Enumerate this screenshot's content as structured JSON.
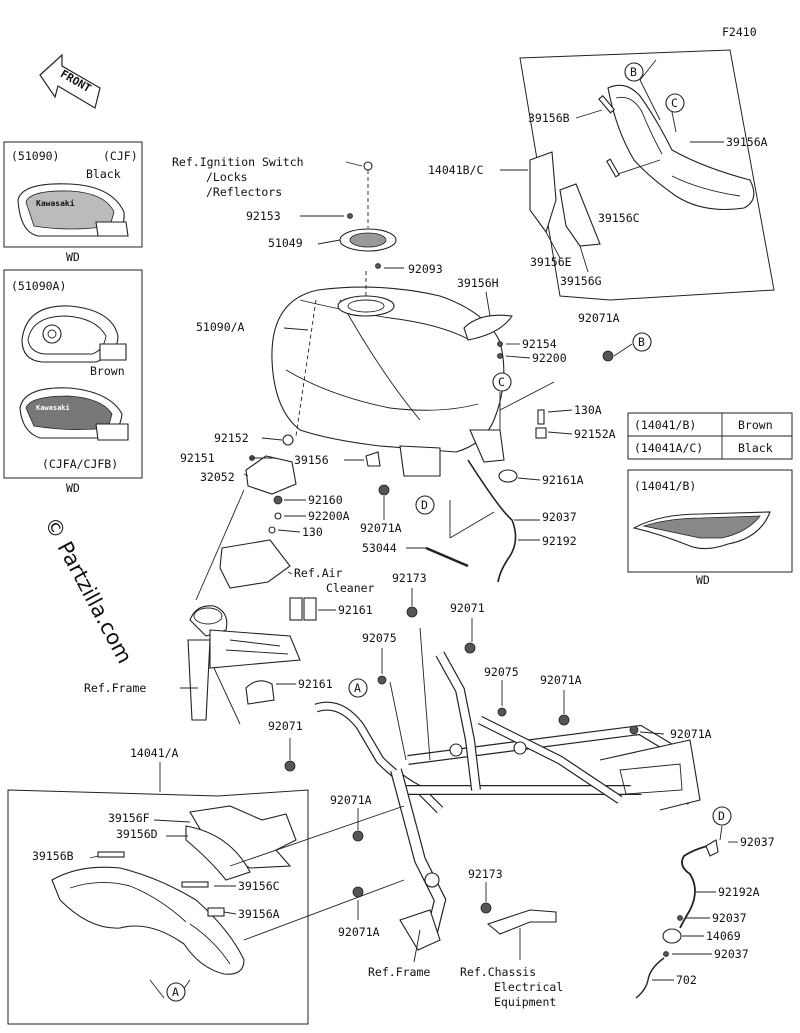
{
  "figure_code": "F2410",
  "front_label": "FRONT",
  "watermark": "© Partzilla.com",
  "insets": {
    "black": {
      "code": "(51090)",
      "variant": "(CJF)",
      "color": "Black",
      "brand": "Kawasaki",
      "note": "WD"
    },
    "brown": {
      "code": "(51090A)",
      "color": "Brown",
      "variant": "(CJFA/CJFB)",
      "note": "WD"
    },
    "cover": {
      "code": "(14041/B)",
      "note": "WD"
    }
  },
  "color_table": [
    {
      "part": "(14041/B)",
      "color": "Brown"
    },
    {
      "part": "(14041A/C)",
      "color": "Black"
    }
  ],
  "callouts": {
    "A": "A",
    "B": "B",
    "C": "C",
    "D": "D"
  },
  "refs": {
    "ignition_1": "Ref.Ignition Switch",
    "ignition_2": "/Locks",
    "ignition_3": "/Reflectors",
    "air_1": "Ref.Air",
    "air_2": "Cleaner",
    "frame_1": "Ref.Frame",
    "frame_2": "Ref.Frame",
    "chassis_1": "Ref.Chassis",
    "chassis_2": "Electrical",
    "chassis_3": "Equipment"
  },
  "parts": {
    "p14041BC": "14041B/C",
    "p39156B_top": "39156B",
    "p39156A_top": "39156A",
    "p39156C_top": "39156C",
    "p39156E": "39156E",
    "p39156G": "39156G",
    "p92153": "92153",
    "p51049": "51049",
    "p92093": "92093",
    "p39156H": "39156H",
    "p51090A": "51090/A",
    "p92154": "92154",
    "p92200": "92200",
    "p92071A_1": "92071A",
    "p130A": "130A",
    "p92152A": "92152A",
    "p92152": "92152",
    "p92151": "92151",
    "p39156": "39156",
    "p32052": "32052",
    "p92161A": "92161A",
    "p92160": "92160",
    "p92200A": "92200A",
    "p130": "130",
    "p92071A_2": "92071A",
    "p92037_1": "92037",
    "p53044": "53044",
    "p92192": "92192",
    "p92173_1": "92173",
    "p92071_1": "92071",
    "p92161_1": "92161",
    "p92075_1": "92075",
    "p92075_2": "92075",
    "p92071A_3": "92071A",
    "p92161_2": "92161",
    "p92071_2": "92071",
    "p92071A_4": "92071A",
    "p14041A": "14041/A",
    "p92071A_5": "92071A",
    "p39156F": "39156F",
    "p39156D": "39156D",
    "p39156B_bot": "39156B",
    "p39156C_bot": "39156C",
    "p39156A_bot": "39156A",
    "p92071A_6": "92071A",
    "p92173_2": "92173",
    "p92037_2": "92037",
    "p92192A": "92192A",
    "p92037_3": "92037",
    "p14069": "14069",
    "p92037_4": "92037",
    "p702": "702"
  }
}
